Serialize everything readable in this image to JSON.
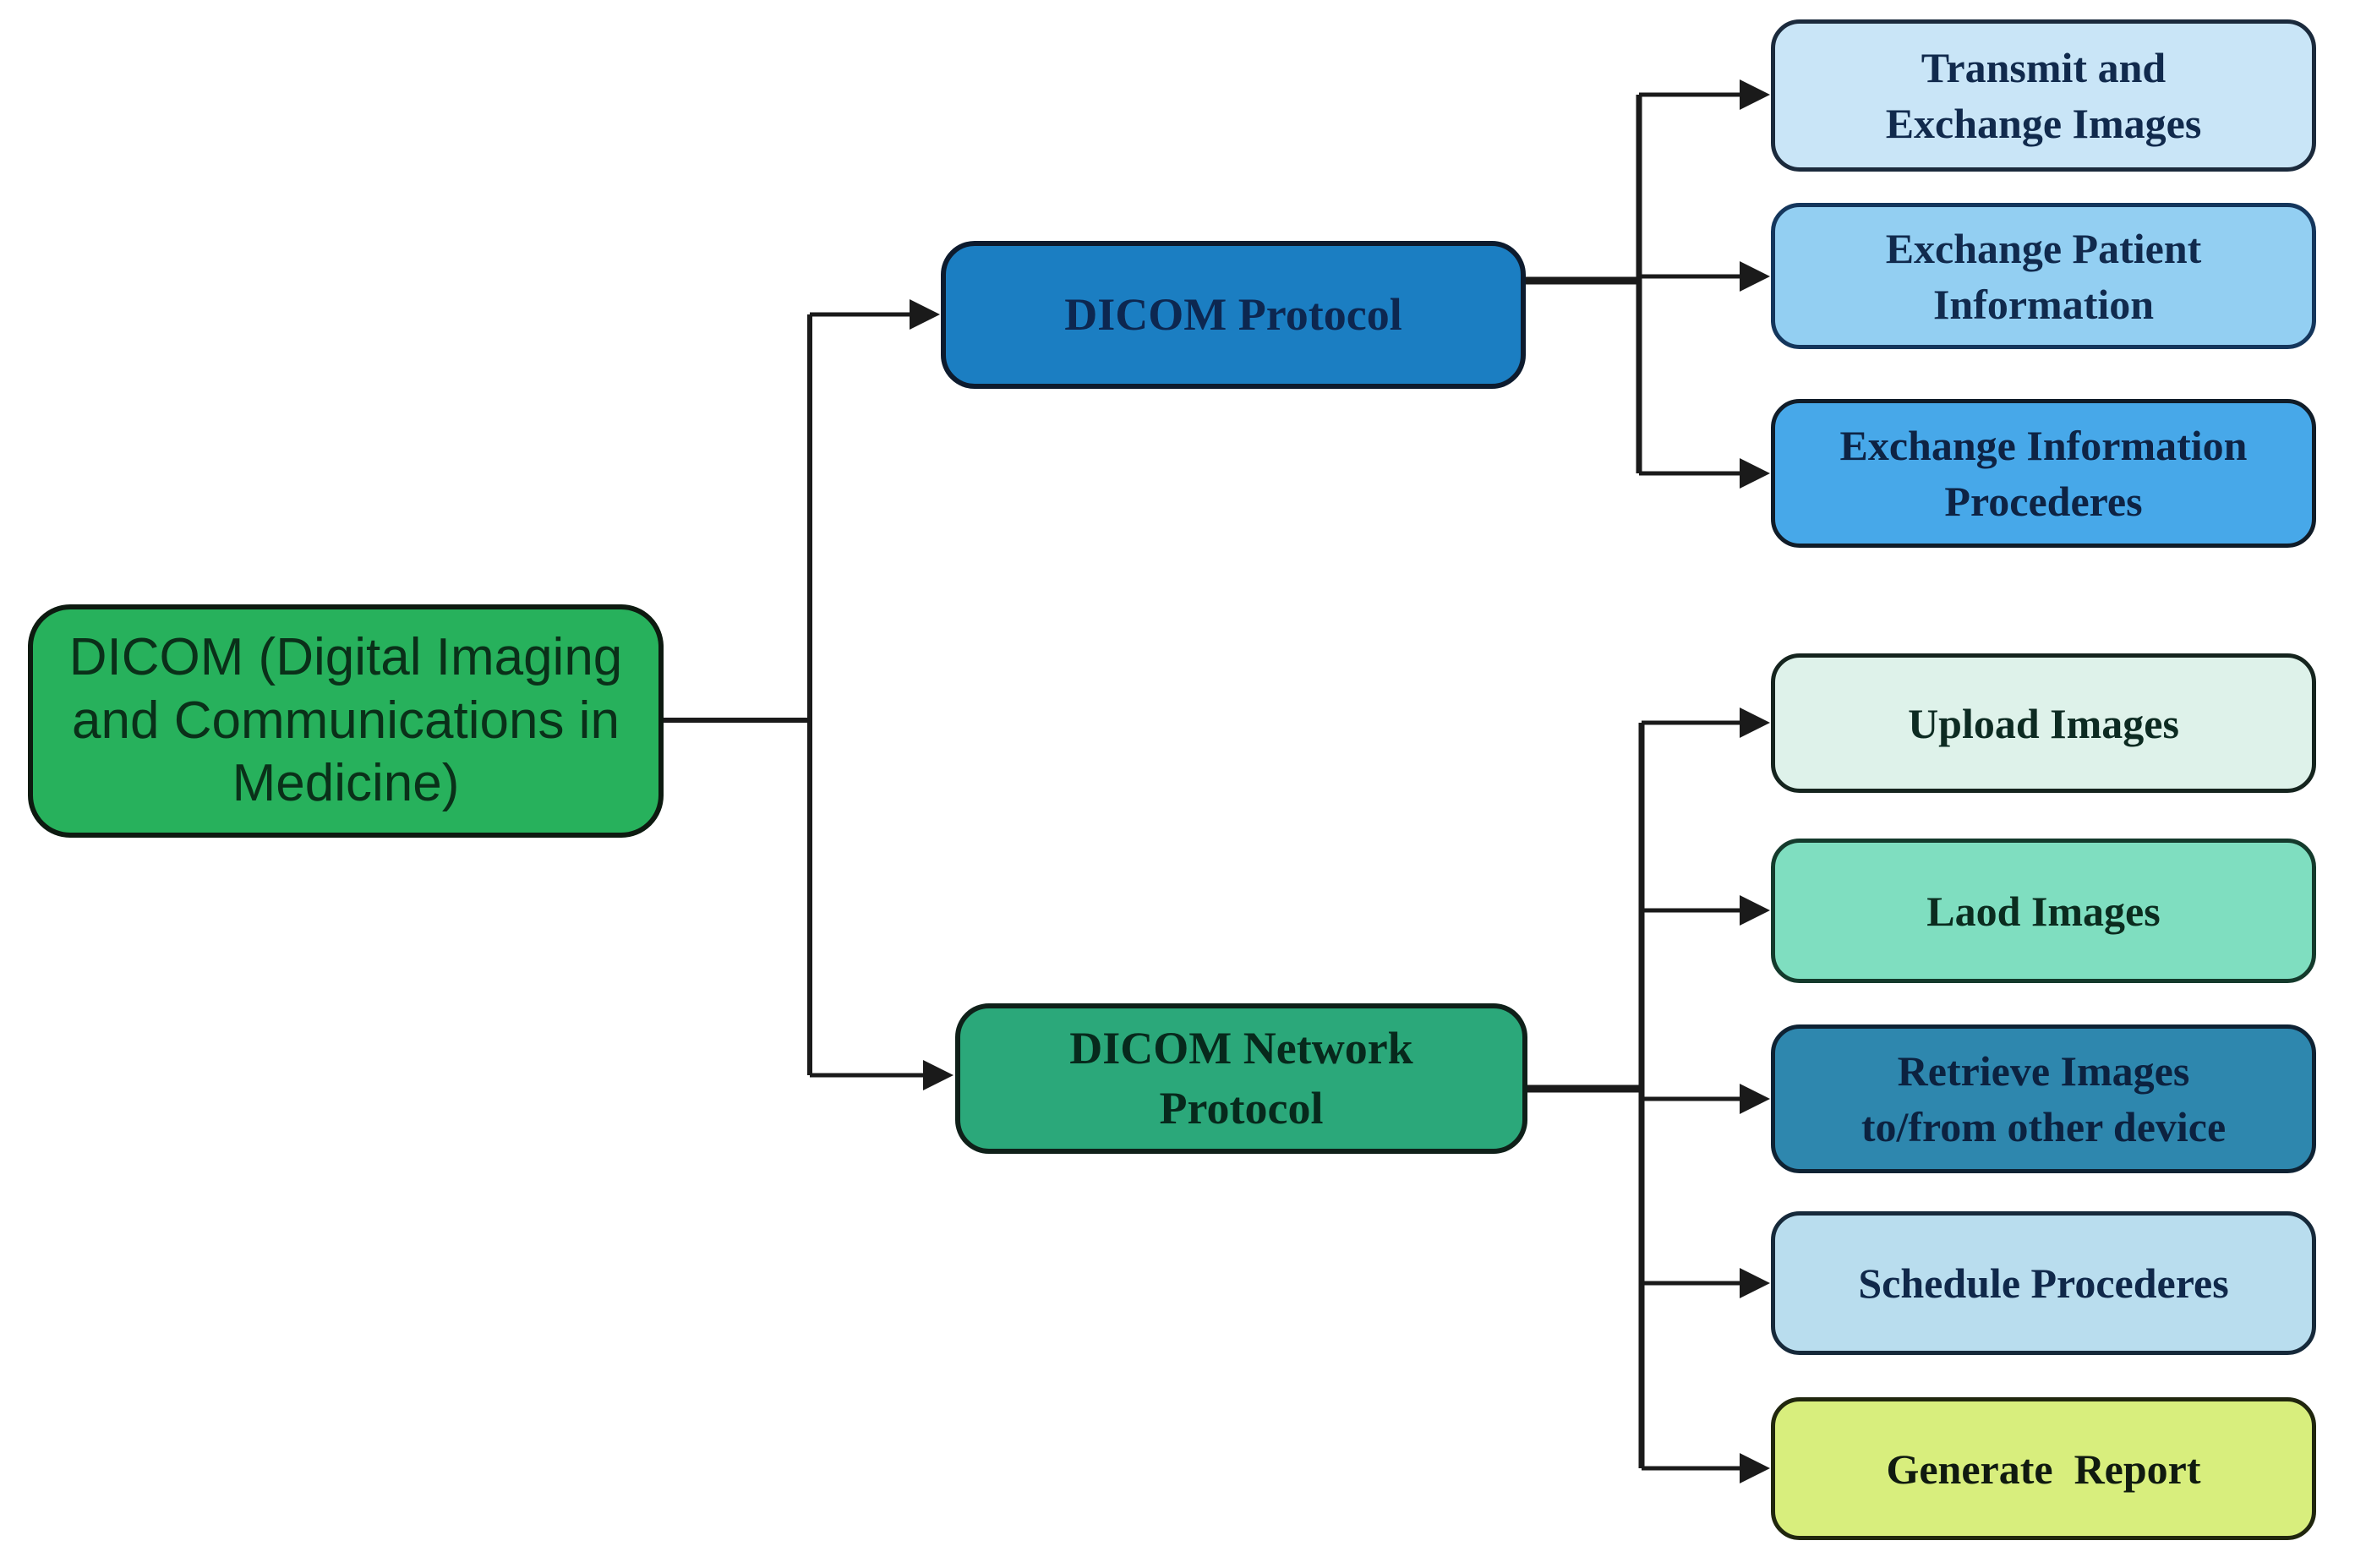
{
  "figure": {
    "background": "#ffffff",
    "line_color": "#1a1a1a",
    "nodes": [
      {
        "id": "dicom-root",
        "label": "DICOM (Digital Imaging\nand Communications in\nMedicine)",
        "fill": "#27b15c",
        "border": "#0d1a10",
        "text_color": "#0a3019"
      },
      {
        "id": "dicom-protocol",
        "label": "DICOM Protocol",
        "fill": "#1b7ec2",
        "border": "#0d1b2e",
        "text_color": "#0d2750"
      },
      {
        "id": "dicom-network-protocol",
        "label": "DICOM Network\nProtocol",
        "fill": "#2ba87a",
        "border": "#0f2019",
        "text_color": "#07291c"
      },
      {
        "id": "transmit-and-exchange-images",
        "label": "Transmit and\nExchange Images",
        "fill": "#c9e5f7",
        "border": "#1b2a3c",
        "text_color": "#112a4d"
      },
      {
        "id": "exchange-patient-information",
        "label": "Exchange Patient\nInformation",
        "fill": "#93cff2",
        "border": "#14365c",
        "text_color": "#112a4d"
      },
      {
        "id": "exchange-information-procederes",
        "label": "Exchange Information\nProcederes",
        "fill": "#47a8e9",
        "border": "#101c28",
        "text_color": "#0e2344"
      },
      {
        "id": "upload-images",
        "label": "Upload Images",
        "fill": "#def2ea",
        "border": "#15241e",
        "text_color": "#0d2b22"
      },
      {
        "id": "laod-images",
        "label": "Laod Images",
        "fill": "#7fdec0",
        "border": "#143a2c",
        "text_color": "#0b2c1f"
      },
      {
        "id": "retrieve-images",
        "label": "Retrieve Images\nto/from other device",
        "fill": "#2e87ae",
        "border": "#0e2233",
        "text_color": "#0c2240"
      },
      {
        "id": "schedule-procederes",
        "label": "Schedule Procederes",
        "fill": "#b9ddee",
        "border": "#16293a",
        "text_color": "#10284a"
      },
      {
        "id": "generate-report",
        "label": "Generate  Report",
        "fill": "#d8ee7d",
        "border": "#20260e",
        "text_color": "#101a10"
      }
    ],
    "edges": [
      {
        "from": "dicom-root",
        "to": "dicom-protocol"
      },
      {
        "from": "dicom-root",
        "to": "dicom-network-protocol"
      },
      {
        "from": "dicom-protocol",
        "to": "transmit-and-exchange-images"
      },
      {
        "from": "dicom-protocol",
        "to": "exchange-patient-information"
      },
      {
        "from": "dicom-protocol",
        "to": "exchange-information-procederes"
      },
      {
        "from": "dicom-network-protocol",
        "to": "upload-images"
      },
      {
        "from": "dicom-network-protocol",
        "to": "laod-images"
      },
      {
        "from": "dicom-network-protocol",
        "to": "retrieve-images"
      },
      {
        "from": "dicom-network-protocol",
        "to": "schedule-procederes"
      },
      {
        "from": "dicom-network-protocol",
        "to": "generate-report"
      }
    ]
  }
}
